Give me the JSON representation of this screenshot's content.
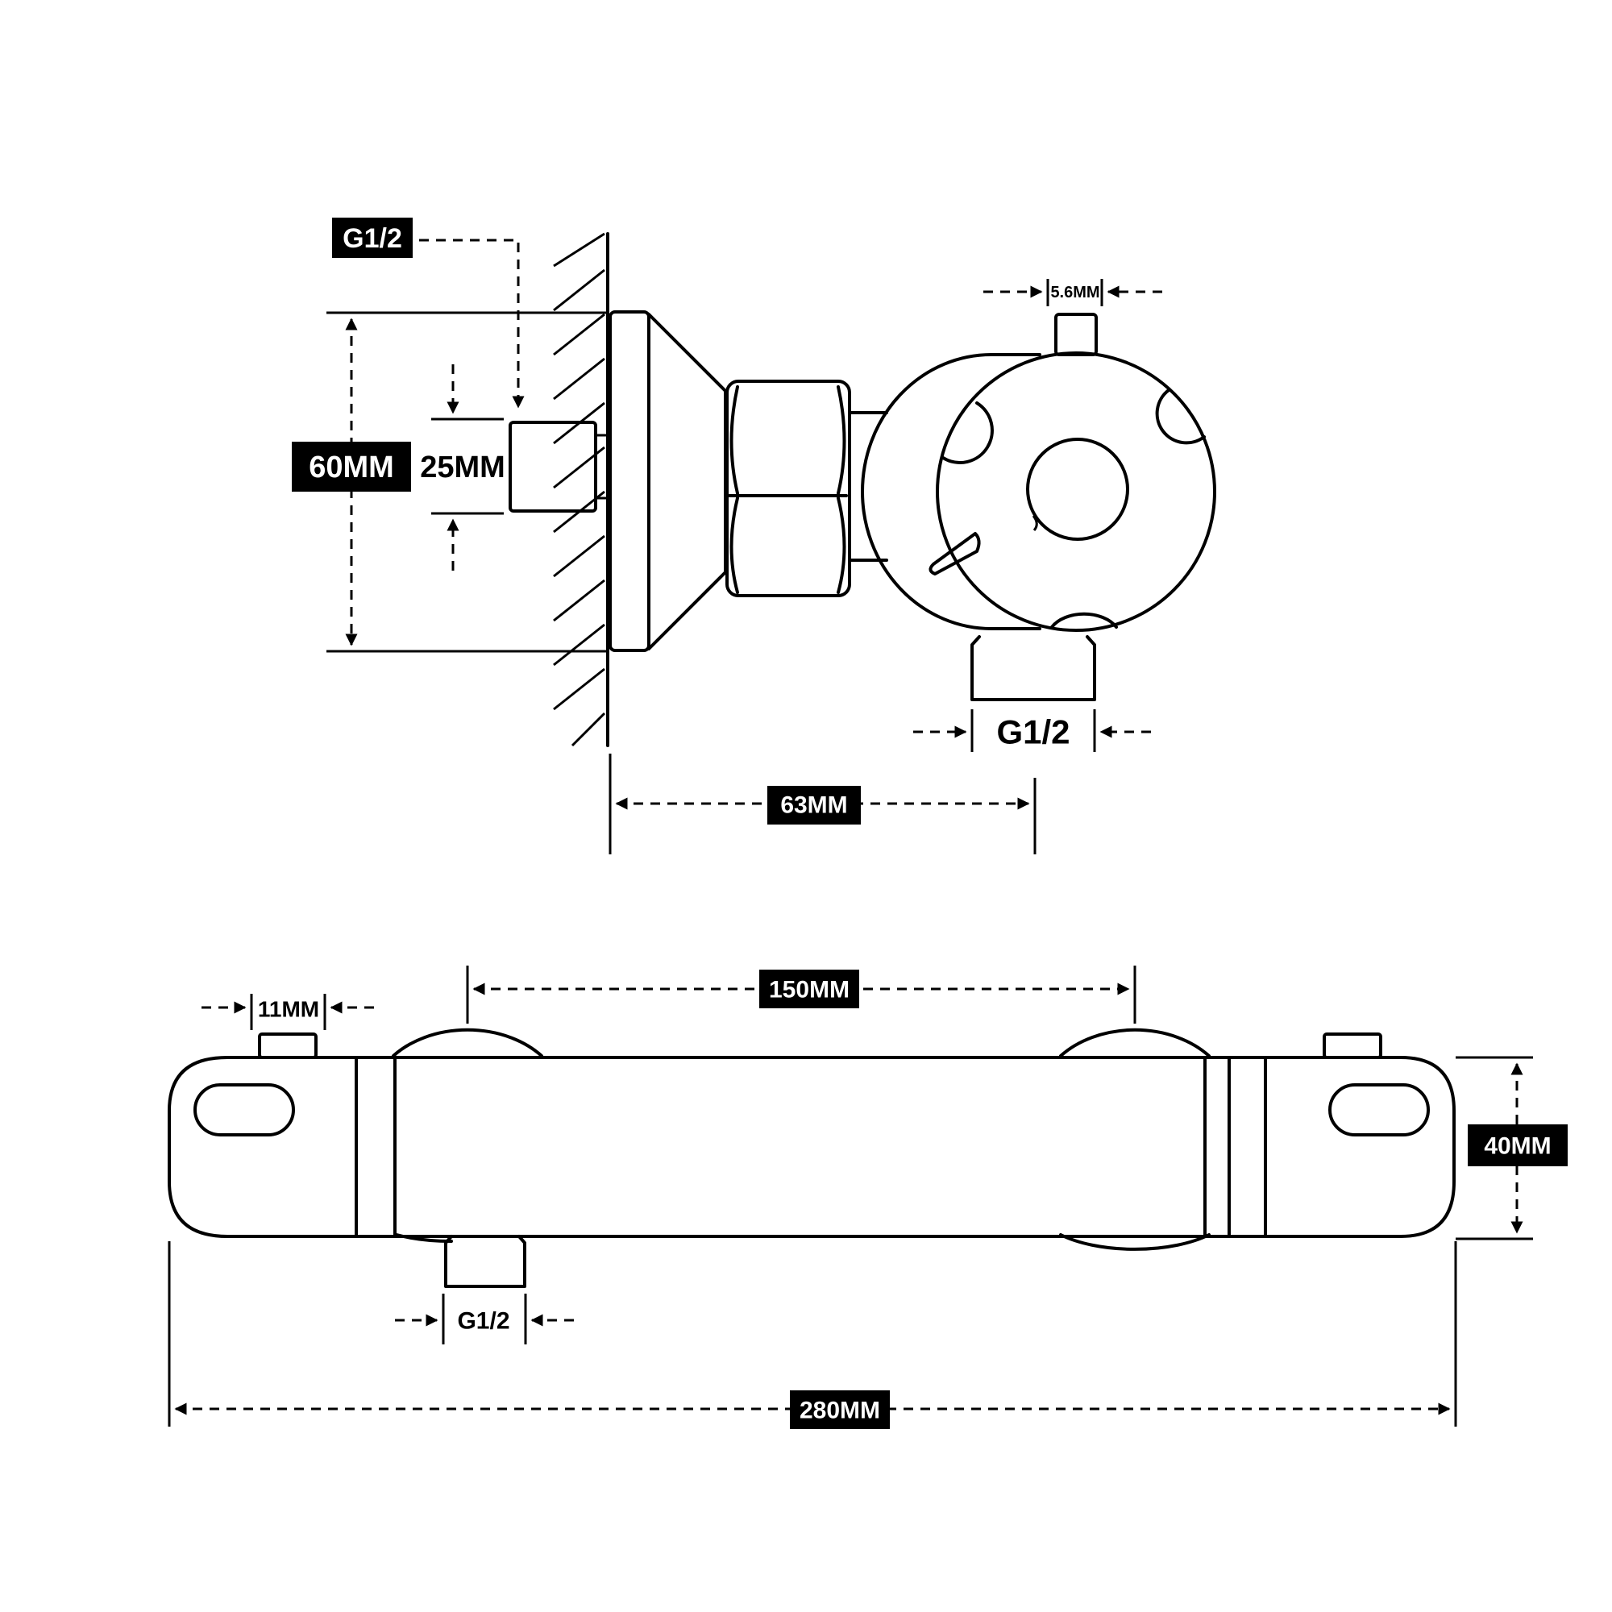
{
  "side_view": {
    "inlet_label": "G1/2",
    "height_label": "60MM",
    "pipe_label": "25MM",
    "pin_label": "5.6MM",
    "outlet_label": "G1/2",
    "depth_label": "63MM"
  },
  "front_view": {
    "pin_label": "11MM",
    "spacing_label": "150MM",
    "height_label": "40MM",
    "outlet_label": "G1/2",
    "length_label": "280MM"
  }
}
